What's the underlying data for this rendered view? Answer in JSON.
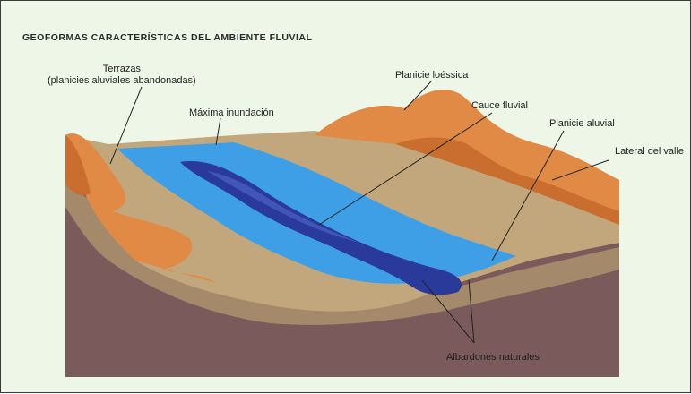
{
  "diagram": {
    "title": "Geoformas características del ambiente fluvial",
    "labels": {
      "terrazas_line1": "Terrazas",
      "terrazas_line2": "(planicies aluviales abandonadas)",
      "maxima_inundacion": "Máxima inundación",
      "planicie_loessica": "Planicie loéssica",
      "cauce_fluvial": "Cauce fluvial",
      "planicie_aluvial": "Planicie aluvial",
      "lateral_del_valle": "Lateral del valle",
      "albardones_naturales": "Albardones naturales"
    },
    "colors": {
      "background": "#eef6e7",
      "block_side": "#6e5050",
      "floodplain": "#c2a77c",
      "hills": "#e08a45",
      "flood_water": "#3f9fe6",
      "channel": "#2a3a9a"
    }
  }
}
